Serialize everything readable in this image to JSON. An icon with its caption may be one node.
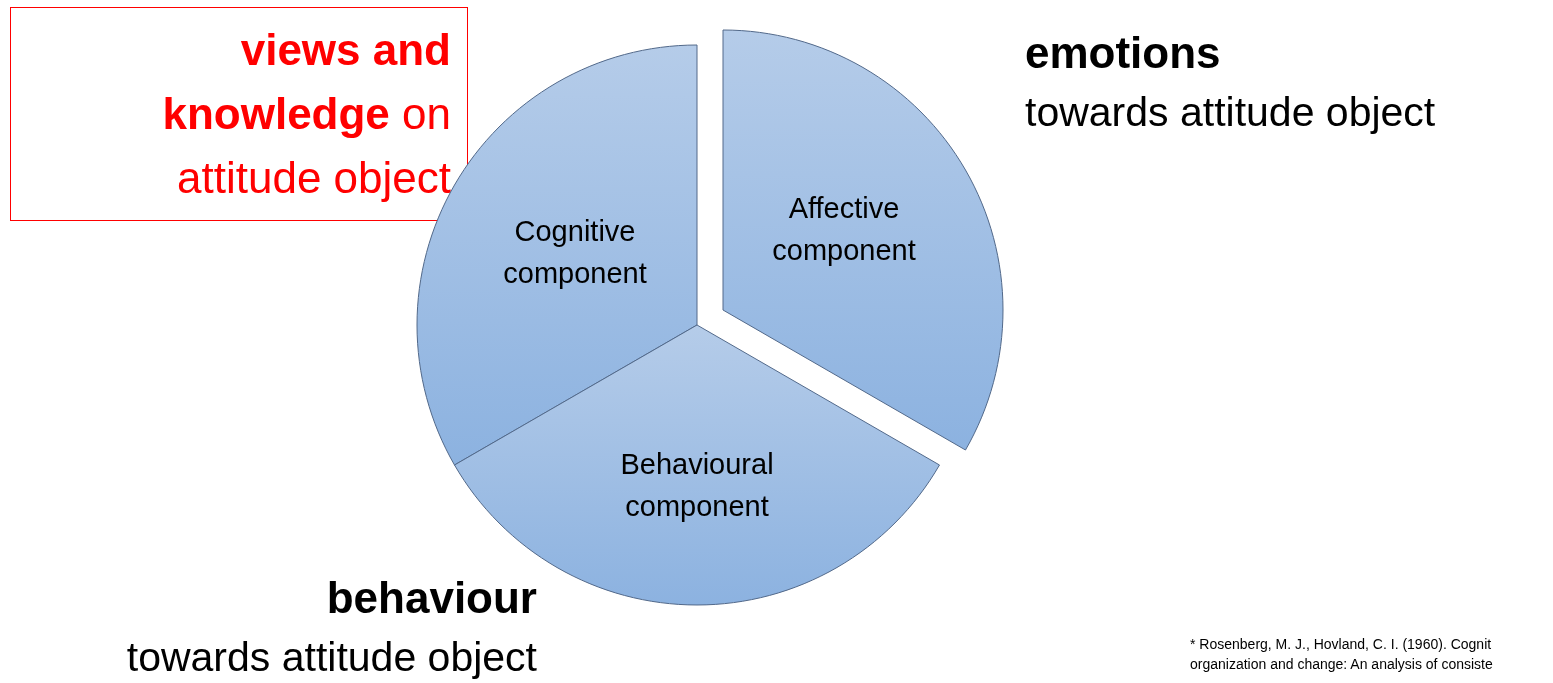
{
  "diagram": {
    "nodes": [
      {
        "text": [
          "**views and knowledge** on attitude object"
        ]
      },
      {
        "text": [
          "Cognitive component"
        ]
      },
      {
        "text": [
          "Affective component"
        ]
      },
      {
        "text": [
          "Behavioural component"
        ]
      }
    ],
    "labels": [
      "emotions",
      "towards attitude object",
      "behaviour",
      "towards attitude object",
      "* Rosenberg, M. J., Hovland, C. I. (1960). Cognit organization and change: An analysis of consiste"
    ]
  }
}
